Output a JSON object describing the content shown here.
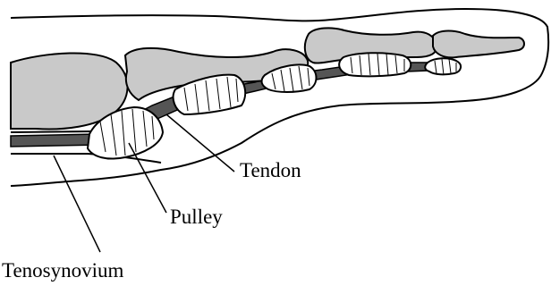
{
  "labels": {
    "tendon": "Tendon",
    "pulley": "Pulley",
    "tenosynovium": "Tenosynovium"
  },
  "colors": {
    "outline": "#000000",
    "bone_fill": "#c9c9c9",
    "skin_fill": "#ffffff",
    "tendon_fill": "#555555",
    "pulley_fill": "#ffffff",
    "background": "#ffffff"
  }
}
